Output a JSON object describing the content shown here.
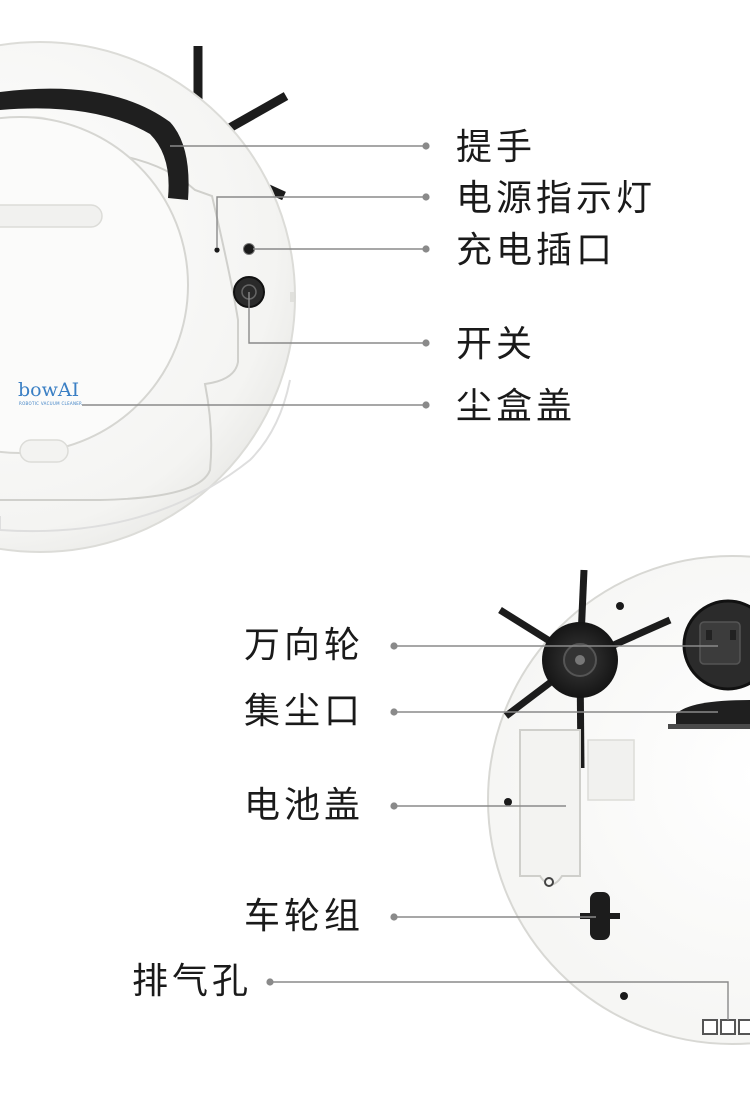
{
  "top_view": {
    "brand_logo": "bowAI",
    "brand_tagline": "ROBOTIC VACUUM CLEANER",
    "callouts": [
      {
        "key": "handle",
        "label": "提手"
      },
      {
        "key": "power_indicator",
        "label": "电源指示灯"
      },
      {
        "key": "charging_port",
        "label": "充电插口"
      },
      {
        "key": "power_switch",
        "label": "开关"
      },
      {
        "key": "dustbin_cover",
        "label": "尘盒盖"
      }
    ]
  },
  "bottom_view": {
    "callouts": [
      {
        "key": "caster_wheel",
        "label": "万向轮"
      },
      {
        "key": "dust_inlet",
        "label": "集尘口"
      },
      {
        "key": "battery_cover",
        "label": "电池盖"
      },
      {
        "key": "wheel_assembly",
        "label": "车轮组"
      },
      {
        "key": "exhaust_vent",
        "label": "排气孔"
      }
    ]
  },
  "colors": {
    "background": "#ffffff",
    "body_white": "#f7f7f5",
    "leader_line": "#8a8a8a",
    "brush_black": "#1c1c1c",
    "logo_blue": "#3a7fc4"
  }
}
